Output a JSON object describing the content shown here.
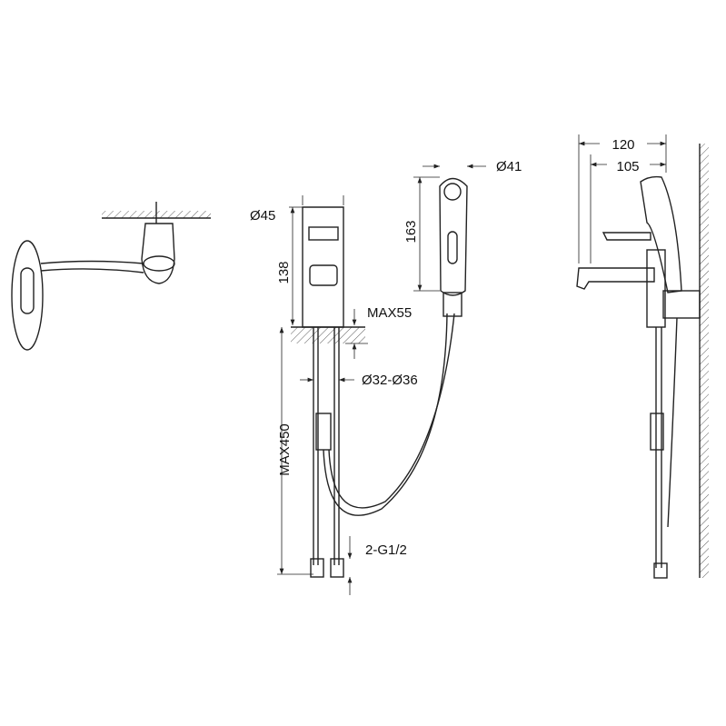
{
  "labels": {
    "spout_diameter": "Ø45",
    "body_height": "138",
    "counter_thickness": "MAX55",
    "hole_diameter": "Ø32-Ø36",
    "hose_length": "MAX450",
    "connection": "2-G1/2",
    "handset_diameter": "Ø41",
    "handset_height": "163",
    "projection_total": "120",
    "projection_spout": "105"
  }
}
